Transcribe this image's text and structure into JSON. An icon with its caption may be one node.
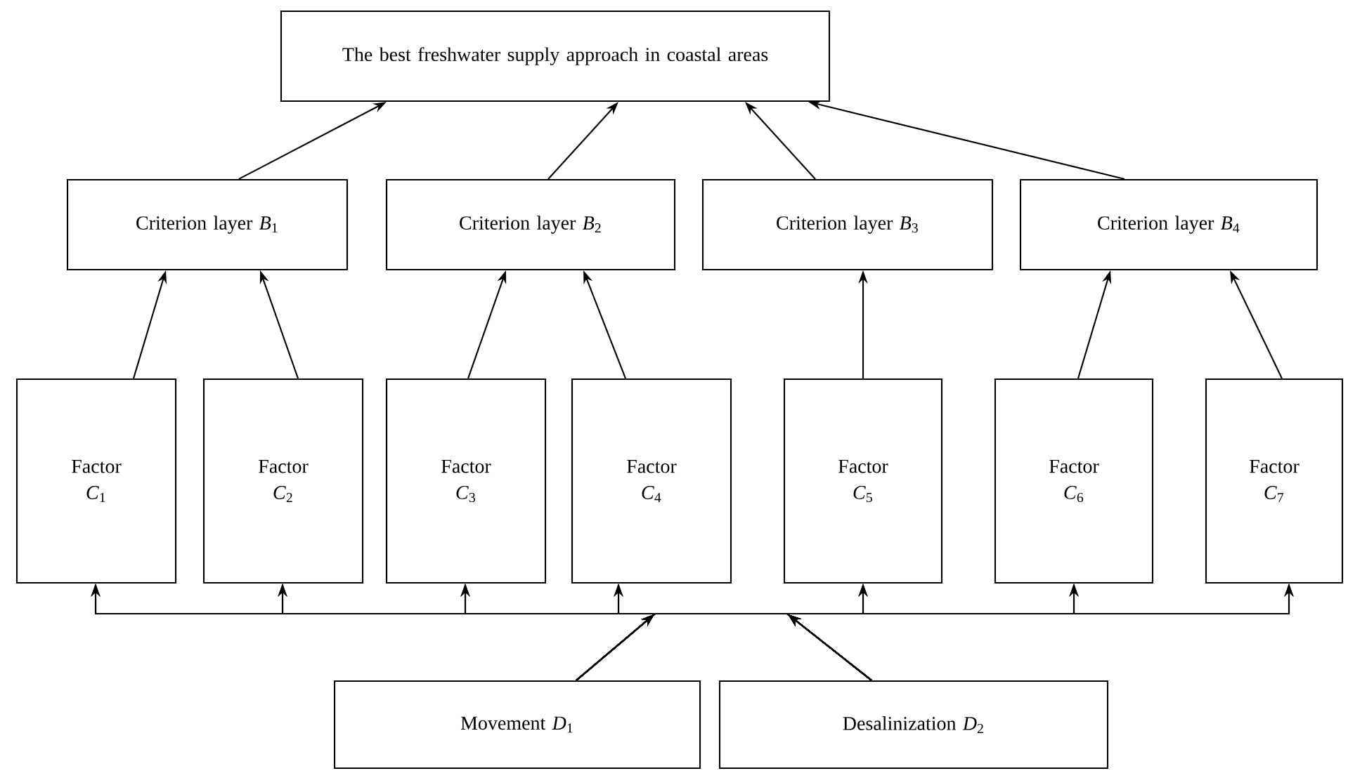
{
  "diagram": {
    "nodes": [
      {
        "text": [
          "The best freshwater supply approach in coastal areas"
        ]
      },
      {
        "text": [
          "Criterion layer *B*$_{1}$"
        ]
      },
      {
        "text": [
          "Criterion layer *B*$_{2}$"
        ]
      },
      {
        "text": [
          "Criterion layer *B*$_{3}$"
        ]
      },
      {
        "text": [
          "Criterion layer *B*$_{4}$"
        ]
      },
      {
        "text": [
          "Factor *C*$_{1}$"
        ]
      },
      {
        "text": [
          "Factor *C*$_{2}$"
        ]
      },
      {
        "text": [
          "Factor *C*$_{3}$"
        ]
      },
      {
        "text": [
          "Factor *C*$_{4}$"
        ]
      },
      {
        "text": [
          "Factor *C*$_{5}$"
        ]
      },
      {
        "text": [
          "Factor *C*$_{6}$"
        ]
      },
      {
        "text": [
          "Factor *C*$_{7}$"
        ]
      },
      {
        "text": [
          "Movement *D*$_{1}$"
        ]
      },
      {
        "text": [
          "Desalinization *D*$_{2}$"
        ]
      }
    ],
    "edges": [
      {
        "from": 1,
        "to": 0,
        "arrow": "to"
      },
      {
        "from": 2,
        "to": 0,
        "arrow": "to"
      },
      {
        "from": 3,
        "to": 0,
        "arrow": "to"
      },
      {
        "from": 4,
        "to": 0,
        "arrow": "to"
      },
      {
        "from": 5,
        "to": 1,
        "arrow": "to"
      },
      {
        "from": 6,
        "to": 1,
        "arrow": "to"
      },
      {
        "from": 7,
        "to": 2,
        "arrow": "to"
      },
      {
        "from": 8,
        "to": 2,
        "arrow": "to"
      },
      {
        "from": 9,
        "to": 3,
        "arrow": "to"
      },
      {
        "from": 10,
        "to": 4,
        "arrow": "to"
      },
      {
        "from": 11,
        "to": 4,
        "arrow": "to"
      },
      {
        "from": 12,
        "to": 5,
        "arrow": "to"
      },
      {
        "from": 12,
        "to": 6,
        "arrow": "to"
      },
      {
        "from": 12,
        "to": 7,
        "arrow": "to"
      },
      {
        "from": 12,
        "to": 8,
        "arrow": "to"
      },
      {
        "from": 12,
        "to": 9,
        "arrow": "to"
      },
      {
        "from": 12,
        "to": 10,
        "arrow": "to"
      },
      {
        "from": 12,
        "to": 11,
        "arrow": "to"
      },
      {
        "from": 13,
        "to": 5,
        "arrow": "to"
      },
      {
        "from": 13,
        "to": 6,
        "arrow": "to"
      },
      {
        "from": 13,
        "to": 7,
        "arrow": "to"
      },
      {
        "from": 13,
        "to": 8,
        "arrow": "to"
      },
      {
        "from": 13,
        "to": 9,
        "arrow": "to"
      },
      {
        "from": 13,
        "to": 10,
        "arrow": "to"
      },
      {
        "from": 13,
        "to": 11,
        "arrow": "to"
      }
    ]
  }
}
